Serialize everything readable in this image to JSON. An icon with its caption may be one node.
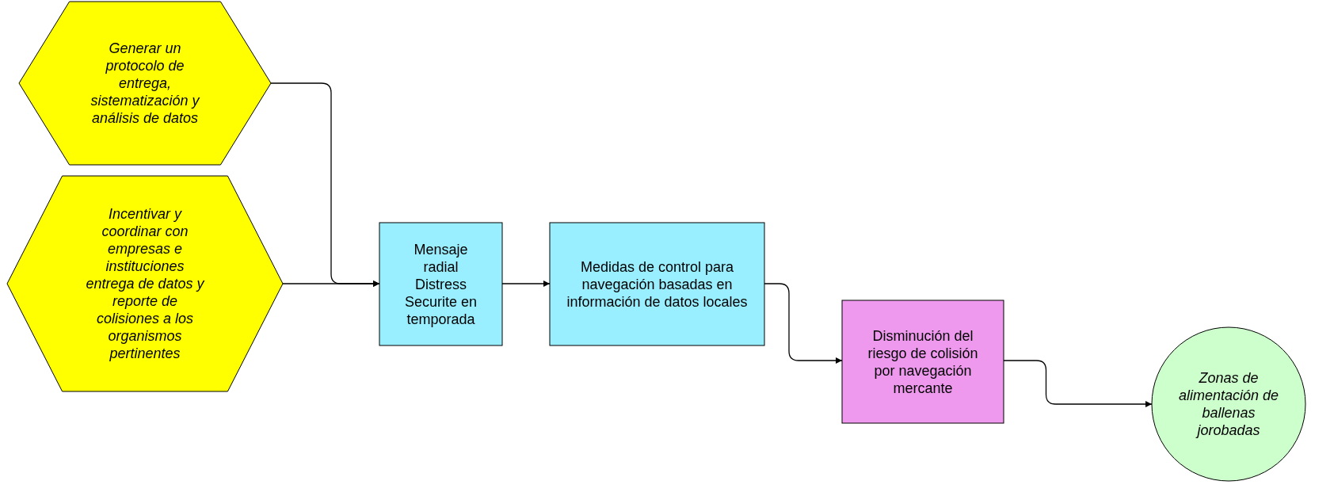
{
  "diagram": {
    "nodes": [
      {
        "text": [
          "Generar un protocolo de entrega, sistematización y análisis de datos"
        ]
      },
      {
        "text": [
          "Incentivar y coordinar con empresas e instituciones entrega de datos y reporte de colisiones a los organismos pertinentes"
        ]
      },
      {
        "text": [
          "Mensaje radial Distress Securite en temporada"
        ]
      },
      {
        "text": [
          "Medidas de control para navegación basadas en información de datos locales"
        ]
      },
      {
        "text": [
          "Disminución del riesgo de colisión por navegación mercante"
        ]
      },
      {
        "text": [
          "Zonas de alimentación de ballenas jorobadas"
        ]
      }
    ],
    "edges": [
      {
        "from": 0,
        "to": 2,
        "arrow": "to"
      },
      {
        "from": 1,
        "to": 2,
        "arrow": "to"
      },
      {
        "from": 2,
        "to": 3,
        "arrow": "to"
      },
      {
        "from": 3,
        "to": 4,
        "arrow": "to"
      },
      {
        "from": 4,
        "to": 5,
        "arrow": "to"
      }
    ]
  }
}
